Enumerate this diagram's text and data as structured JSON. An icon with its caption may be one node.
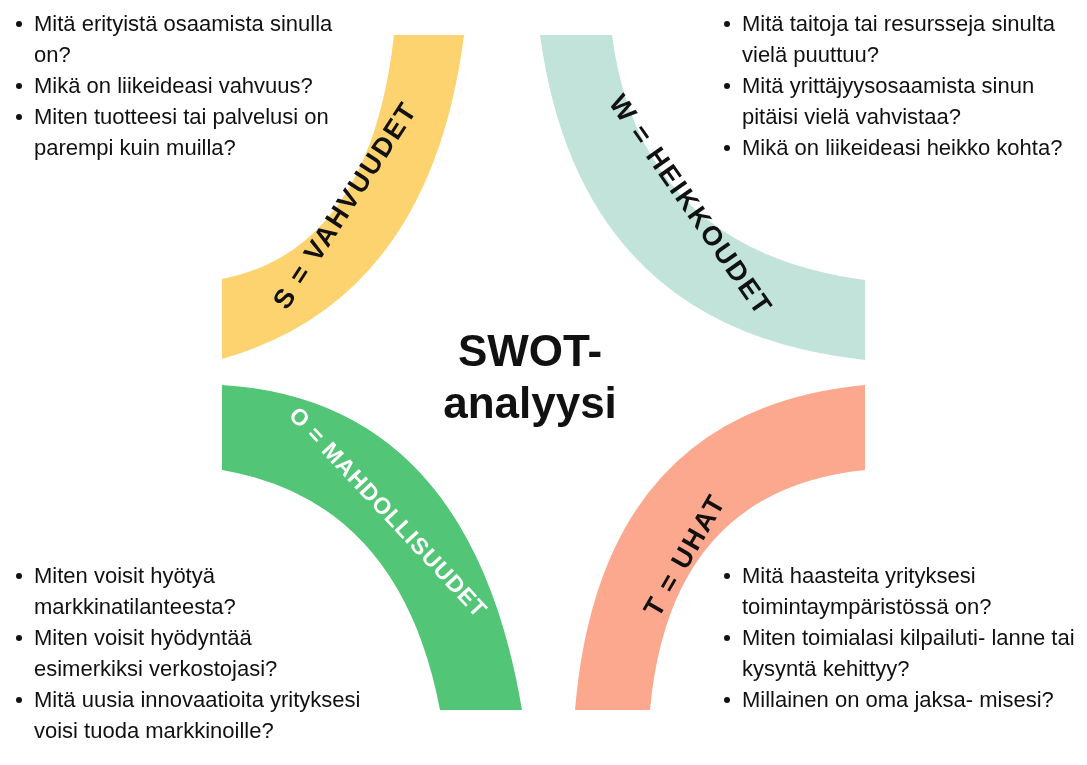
{
  "diagram": {
    "title": "SWOT-analyysi",
    "nodes": [
      {
        "text": [
          "S = VAHVUUDET"
        ]
      },
      {
        "text": [
          "W = HEIKKOUDET"
        ]
      },
      {
        "text": [
          "O = MAHDOLLISUUDET"
        ]
      },
      {
        "text": [
          "T = UHAT"
        ]
      }
    ],
    "labels": [
      "Mitä erityistä osaamista sinulla on?",
      "Mikä on liikeideasi vahvuus?",
      "Miten tuotteesi tai palvelusi on parempi kuin muilla?",
      "Mitä taitoja tai resursseja sinulta vielä puuttuu?",
      "Mitä yrittäjyysosaamista sinun pitäisi vielä vahvistaa?",
      "Mikä on liikeideasi heikko kohta?",
      "Miten voisit hyötyä markkinatilanteesta?",
      "Miten voisit hyödyntää esimerkiksi verkostojasi?",
      "Mitä uusia innovaatioita yrityksesi voisi tuoda markkinoille?",
      "Mitä haasteita yrityksesi toimintaympäristössä on?",
      "Miten toimialasi kilpailuti- lanne tai kysyntä kehittyy?",
      "Millainen on oma jaksa- misesi?"
    ]
  }
}
